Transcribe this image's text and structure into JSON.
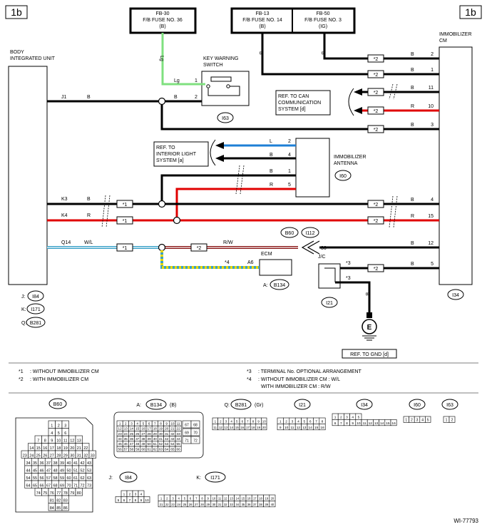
{
  "page_labels": {
    "left": "1b",
    "right": "1b"
  },
  "fuses": [
    {
      "id": "fb30",
      "line1": "FB-30",
      "line2": "F/B FUSE NO. 36",
      "line3": "(B)"
    },
    {
      "id": "fb13",
      "line1": "FB-13",
      "line2": "F/B FUSE NO. 14",
      "line3": "(B)"
    },
    {
      "id": "fb50",
      "line1": "FB-50",
      "line2": "F/B FUSE NO. 3",
      "line3": "(IG)"
    }
  ],
  "components": {
    "biu": {
      "line1": "BODY",
      "line2": "INTEGRATED UNIT"
    },
    "kws": {
      "line1": "KEY WARNING",
      "line2": "SWITCH",
      "conn": "I63",
      "pin_lg_wire": "Lg",
      "pin1": "1",
      "pin2_wire": "B",
      "pin2": "2"
    },
    "immo": {
      "line1": "IMMOBILIZER",
      "line2": "CM",
      "conn": "I34"
    },
    "antenna": {
      "line1": "IMMOBILIZER",
      "line2": "ANTENNA",
      "conn": "I60"
    },
    "ecm": {
      "label": "ECM",
      "pin": "A6",
      "conn_prefix": "A:",
      "conn": "B134",
      "wire_mark": "*4"
    },
    "jc": {
      "label": "J/C",
      "conn": "I21",
      "mark1": "*3",
      "mark2": "*3",
      "wire": "B"
    },
    "ground": {
      "symbol": "E",
      "ref": "REF. TO GND [d]"
    }
  },
  "refs": {
    "can": [
      "REF. TO CAN",
      "COMMUNICATION",
      "SYSTEM [d]"
    ],
    "interior": [
      "REF. TO",
      "INTERIOR LIGHT",
      "SYSTEM [a]"
    ]
  },
  "wire_labels": {
    "lg_vertical": "Lg",
    "fb13_b": "B",
    "fb50_b": "B",
    "j1": "J1",
    "j1_b": "B",
    "k3": "K3",
    "k3_b": "B",
    "k4": "K4",
    "k4_r": "R",
    "q14": "Q14",
    "q14_wl": "W/L",
    "rw": "R/W",
    "star1": "*1",
    "star2": "*2",
    "ant_l": "L",
    "ant_b4": "B",
    "ant_b1": "B",
    "ant_r5": "R",
    "ant_pin2": "2",
    "ant_pin4": "4",
    "ant_pin1": "1",
    "ant_pin5": "5",
    "conn_b60": "B60",
    "conn_i112": "I112",
    "pin36": "36"
  },
  "immo_pins": [
    {
      "pin": "2",
      "wire": "B",
      "mark": "*2"
    },
    {
      "pin": "1",
      "wire": "B",
      "mark": "*2"
    },
    {
      "pin": "11",
      "wire": "B",
      "mark": "*2"
    },
    {
      "pin": "10",
      "wire": "R",
      "mark": "*2"
    },
    {
      "pin": "3",
      "wire": "B",
      "mark": "*2"
    },
    {
      "pin": "4",
      "wire": "B",
      "mark": "*2"
    },
    {
      "pin": "15",
      "wire": "R",
      "mark": "*2"
    },
    {
      "pin": "12",
      "wire": "B",
      "mark": ""
    },
    {
      "pin": "5",
      "wire": "B",
      "mark": "*2"
    }
  ],
  "biu_connectors": [
    {
      "prefix": "J:",
      "conn": "I84"
    },
    {
      "prefix": "K:",
      "conn": "I171"
    },
    {
      "prefix": "Q:",
      "conn": "B281"
    }
  ],
  "notes": {
    "n1_mark": "*1",
    "n1_text": ": WITHOUT IMMOBILIZER CM",
    "n2_mark": "*2",
    "n2_text": ": WITH IMMOBILIZER CM",
    "n3_mark": "*3",
    "n3_text": ": TERMINAL No. OPTIONAL ARRANGEMENT",
    "n4_mark": "*4",
    "n4_text1": ": WITHOUT IMMOBILIZER CM : W/L",
    "n4_text2": "WITH IMMOBILIZER CM : R/W"
  },
  "connector_views": {
    "b60": {
      "label": "B60",
      "rows": [
        [
          "1",
          "2",
          "3"
        ],
        [
          "4",
          "5",
          "6"
        ],
        [
          "7",
          "8",
          "9",
          "10",
          "11",
          "12",
          "13"
        ],
        [
          "14",
          "15",
          "16",
          "17",
          "18",
          "19",
          "20",
          "21",
          "22"
        ],
        [
          "23",
          "24",
          "25",
          "26",
          "27",
          "28",
          "29",
          "30",
          "31",
          "32",
          "33"
        ],
        [
          "34",
          "35",
          "36",
          "37",
          "38",
          "39",
          "40",
          "41",
          "42",
          "43"
        ],
        [
          "44",
          "45",
          "46",
          "47",
          "48",
          "49",
          "50",
          "51",
          "52",
          "53"
        ],
        [
          "54",
          "55",
          "56",
          "57",
          "58",
          "59",
          "60",
          "61",
          "62",
          "63"
        ],
        [
          "64",
          "65",
          "66",
          "67",
          "68",
          "69",
          "70",
          "71",
          "72",
          "73"
        ],
        [
          "74",
          "75",
          "76",
          "77",
          "78",
          "79",
          "80"
        ],
        [
          "81",
          "82",
          "83"
        ],
        [
          "84",
          "85",
          "86"
        ]
      ]
    },
    "b134": {
      "prefix": "A:",
      "label": "B134",
      "suffix": "(B)",
      "rows": [
        [
          "1",
          "2",
          "3",
          "4",
          "5",
          "6",
          "7",
          "8",
          "9",
          "10",
          "11"
        ],
        [
          "12",
          "13",
          "14",
          "15",
          "16",
          "17",
          "18",
          "19",
          "20",
          "21",
          "22"
        ],
        [
          "23",
          "24",
          "25",
          "26",
          "27",
          "28",
          "29",
          "30",
          "31",
          "32",
          "33"
        ],
        [
          "34",
          "35",
          "36",
          "37",
          "38",
          "39",
          "40",
          "41",
          "42",
          "43",
          "44"
        ],
        [
          "45",
          "46",
          "47",
          "48",
          "49",
          "50",
          "51",
          "52",
          "53",
          "54",
          "55"
        ],
        [
          "56",
          "57",
          "58",
          "59",
          "60",
          "61",
          "62",
          "63",
          "64",
          "65",
          "66"
        ]
      ],
      "side": [
        "67",
        "68",
        "69",
        "70",
        "71",
        "72"
      ]
    },
    "b281": {
      "prefix": "Q:",
      "label": "B281",
      "suffix": "(Gr)",
      "rows": [
        [
          "1",
          "2",
          "3",
          "4",
          "5",
          "6",
          "7",
          "8",
          "9",
          "10"
        ],
        [
          "11",
          "12",
          "13",
          "14",
          "15",
          "16",
          "17",
          "18",
          "19",
          "20"
        ]
      ]
    },
    "i21": {
      "label": "I21",
      "rows": [
        [
          "1",
          "2",
          "3",
          "4",
          "5",
          "6",
          "7",
          "8"
        ],
        [
          "9",
          "10",
          "11",
          "12",
          "13",
          "14",
          "15",
          "16"
        ]
      ]
    },
    "i34": {
      "label": "I34",
      "rows": [
        [
          "1",
          "2",
          "3",
          "4",
          "5"
        ],
        [
          "6",
          "7",
          "8",
          "9",
          "10",
          "11",
          "12",
          "13",
          "14",
          "15",
          "16"
        ]
      ]
    },
    "i60": {
      "label": "I60",
      "rows": [
        [
          "1",
          "2",
          "3",
          "4",
          "5"
        ]
      ]
    },
    "i63": {
      "label": "I63",
      "rows": [
        [
          "1",
          "2"
        ]
      ]
    },
    "i84": {
      "prefix": "J:",
      "label": "I84",
      "rows": [
        [
          "1",
          "2",
          "3",
          "4"
        ],
        [
          "5",
          "6",
          "7",
          "8",
          "9",
          "10"
        ]
      ]
    },
    "i171": {
      "prefix": "K:",
      "label": "I171",
      "rows": [
        [
          "1",
          "2",
          "3",
          "4",
          "5",
          "6",
          "7",
          "8",
          "9",
          "10",
          "11",
          "12",
          "13",
          "14",
          "15",
          "16",
          "17",
          "18",
          "19",
          "20"
        ],
        [
          "21",
          "22",
          "23",
          "24",
          "25",
          "26",
          "27",
          "28",
          "29",
          "30",
          "31",
          "32",
          "33",
          "34",
          "35",
          "36",
          "37",
          "38",
          "39",
          "40"
        ]
      ]
    }
  },
  "figure_id": "WI-77793",
  "colors": {
    "black": "#000000",
    "red": "#e00000",
    "blue": "#1e7fd6",
    "green": "#7fe07f",
    "yellow": "#e8d800",
    "teal": "#3aa0c8"
  }
}
